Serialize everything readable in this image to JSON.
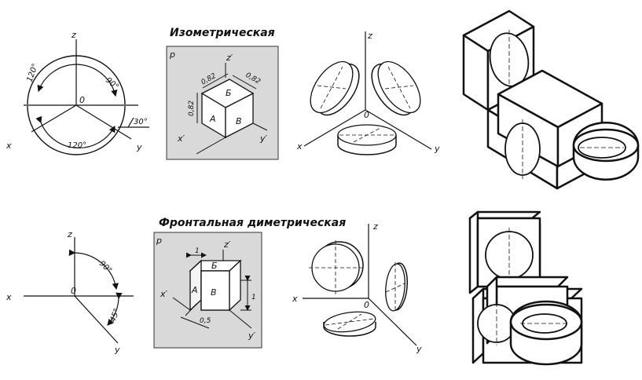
{
  "titles": {
    "iso": "Изометрическая",
    "dim": "Фронтальная  диметрическая"
  },
  "iso_axes": {
    "z": "z",
    "x": "x",
    "y": "y",
    "o": "0",
    "a120_top": "120°",
    "a90": "90°",
    "a120_bottom": "120°",
    "a30": "30°"
  },
  "iso_cube": {
    "p": "p",
    "z": "z′",
    "x": "x′",
    "y": "y′",
    "dim1": "0,82",
    "dim2": "0,82",
    "dim3": "0,82",
    "a": "А",
    "b": "Б",
    "v": "В"
  },
  "iso_circles": {
    "z": "z",
    "x": "x",
    "y": "y",
    "o": "0"
  },
  "dim_axes": {
    "z": "z",
    "x": "x",
    "y": "y",
    "o": "0",
    "a90": "90°",
    "a45": "45°"
  },
  "dim_cube": {
    "p": "p",
    "z": "z′",
    "x": "x′",
    "y": "y′",
    "w": "1",
    "h": "1",
    "d": "0,5",
    "a": "А",
    "b": "Б",
    "v": "В"
  },
  "dim_circles": {
    "z": "z",
    "x": "x",
    "y": "y",
    "o": "0"
  },
  "colors": {
    "ink": "#111111",
    "panel": "#d9d9d9",
    "paper": "#ffffff"
  }
}
